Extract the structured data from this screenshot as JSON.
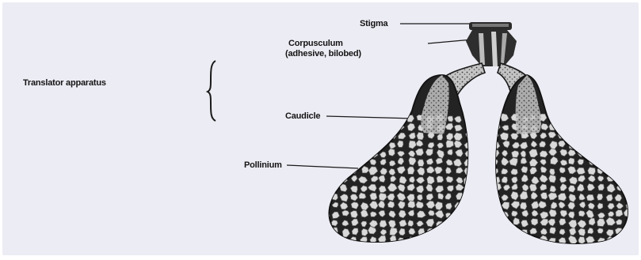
{
  "labels": {
    "stigma": "Stigma",
    "corpusculum_line1": "Corpusculum",
    "corpusculum_line2": "(adhesive, bilobed)",
    "translator_apparatus": "Translator apparatus",
    "caudicle": "Caudicle",
    "pollinium": "Pollinium"
  },
  "colors": {
    "background": "#ececf4",
    "ink": "#141414",
    "pollen_fill": "#2a2a2a",
    "pollen_cell": "#d9d9d9",
    "caudicle_fill": "#b5b5b5"
  }
}
